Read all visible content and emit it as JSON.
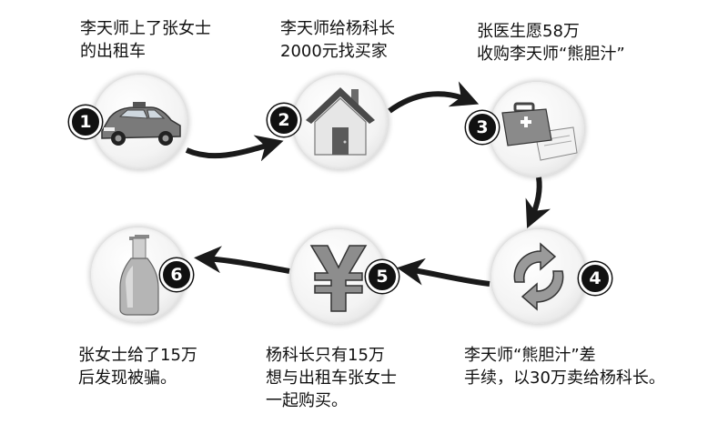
{
  "steps": [
    {
      "number": "1",
      "icon": "taxi-icon",
      "caption": [
        "李天师上了张女士",
        "的出租车"
      ]
    },
    {
      "number": "2",
      "icon": "house-icon",
      "caption": [
        "李天师给杨科长",
        "2000元找买家"
      ]
    },
    {
      "number": "3",
      "icon": "first-aid-kit-icon",
      "caption": [
        "张医生愿58万",
        "收购李天师“熊胆汁”"
      ]
    },
    {
      "number": "4",
      "icon": "recycle-arrows-icon",
      "caption": [
        "李天师“熊胆汁”差",
        "手续，以30万卖给杨科长。"
      ]
    },
    {
      "number": "5",
      "icon": "yuan-icon",
      "caption": [
        "杨科长只有15万",
        "想与出租车张女士",
        "一起购买。"
      ]
    },
    {
      "number": "6",
      "icon": "bottle-icon",
      "caption": [
        "张女士给了15万",
        "后发现被骗。"
      ]
    }
  ],
  "colors": {
    "arrow": "#1a1a1a",
    "badge": "#111111",
    "badge_text": "#ffffff"
  }
}
